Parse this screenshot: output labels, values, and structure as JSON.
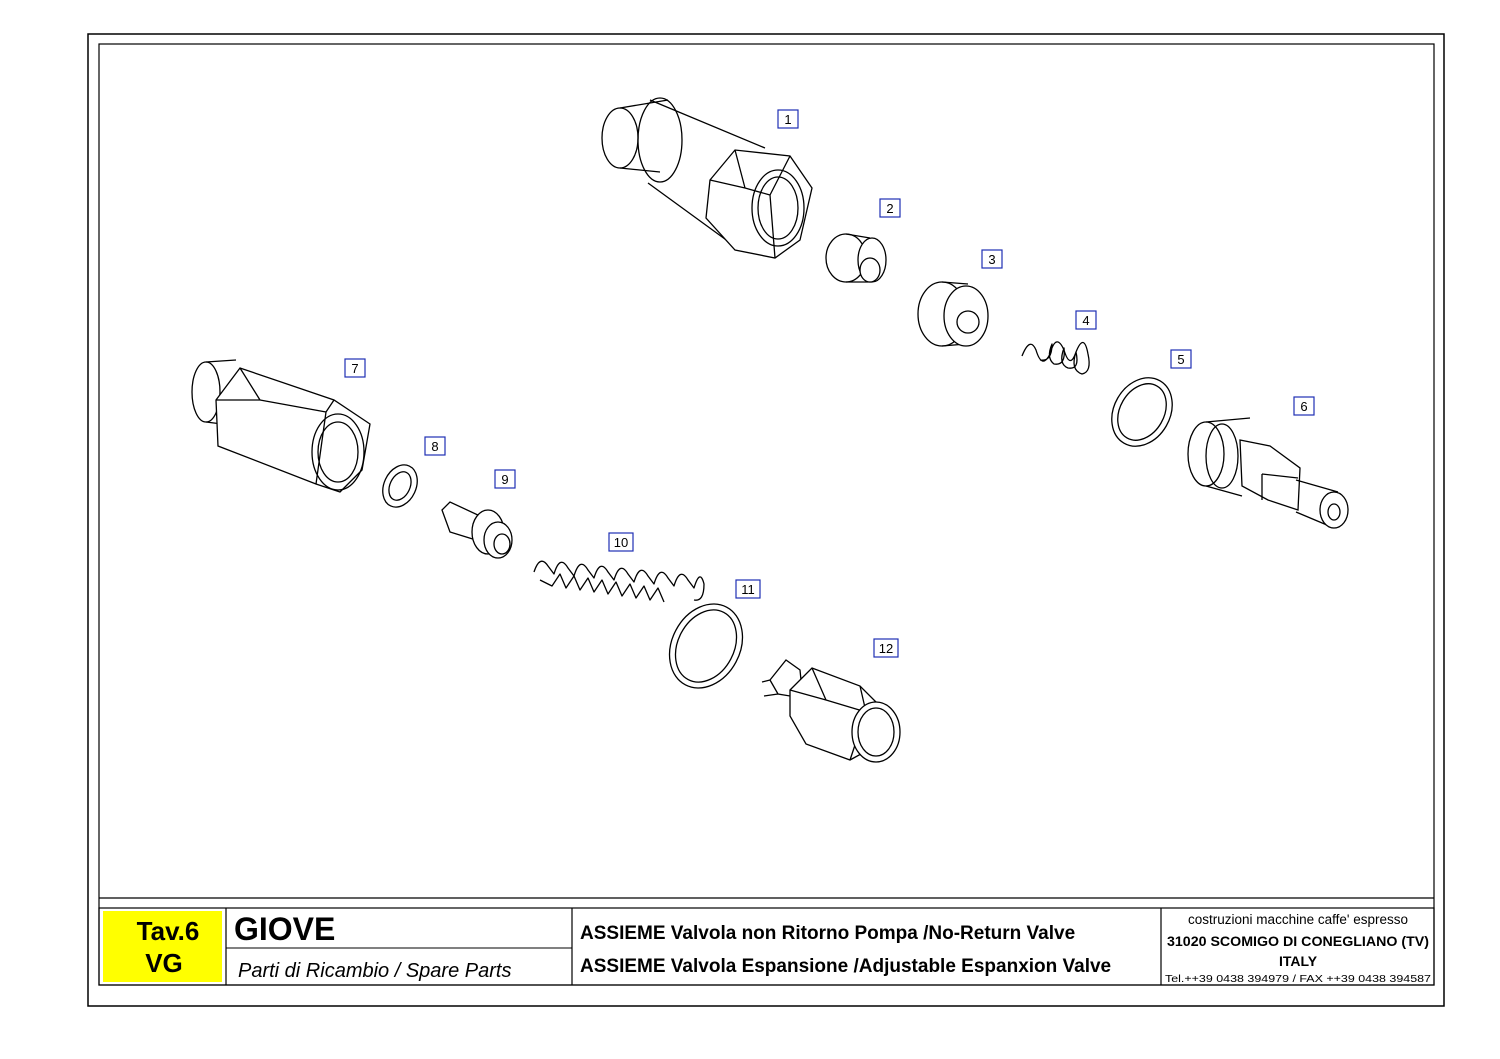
{
  "drawing": {
    "callouts": [
      "1",
      "2",
      "3",
      "4",
      "5",
      "6",
      "7",
      "8",
      "9",
      "10",
      "11",
      "12"
    ],
    "callout_color": "#1e2fb4"
  },
  "title_block": {
    "sheet_code_line1": "Tav.6",
    "sheet_code_line2": "VG",
    "sheet_code_bg": "#ffff00",
    "model": "GIOVE",
    "subtitle": "Parti di Ricambio / Spare Parts",
    "assembly_line1": "ASSIEME Valvola non Ritorno Pompa /No-Return Valve",
    "assembly_line2": "ASSIEME Valvola Espansione /Adjustable Espanxion Valve",
    "company_line1": "costruzioni macchine caffe' espresso",
    "company_line2": "31020 SCOMIGO DI CONEGLIANO (TV)",
    "company_line3": "ITALY",
    "company_line4": "Tel.++39 0438 394979 / FAX ++39 0438 394587"
  }
}
